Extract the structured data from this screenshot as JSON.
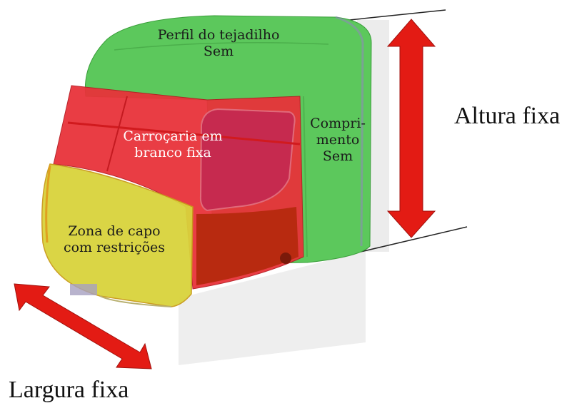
{
  "labels": {
    "roof": [
      "Perfil do tejadilho",
      "Sem"
    ],
    "body": [
      "Carroçaria em",
      "branco fixa"
    ],
    "length": [
      "Compri-",
      "mento",
      "Sem"
    ],
    "hood": [
      "Zona de capo",
      "com restrições"
    ],
    "height": "Altura fixa",
    "width": "Largura fixa"
  },
  "colors": {
    "roof_zone": "#5cc85c",
    "body_zone": "#e8333a",
    "hood_zone": "#d9d33c",
    "arrow": "#e31b14",
    "panel": "#ececec"
  }
}
